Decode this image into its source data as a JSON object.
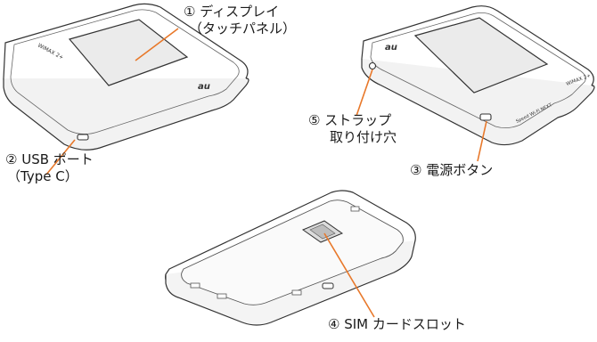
{
  "callouts": {
    "display": {
      "line1": "① ディスプレイ",
      "line2": "（タッチパネル）"
    },
    "usb_port": {
      "line1": "② USB ポート",
      "line2": "（Type C）"
    },
    "power_button": {
      "line1": "③ 電源ボタン"
    },
    "sim_slot": {
      "line1": "④ SIM カードスロット"
    },
    "strap_hole": {
      "line1": "⑤ ストラップ",
      "line2": "取り付け穴"
    }
  },
  "device_marks": {
    "front_brand": "WiMAX 2+",
    "front_logo": "au",
    "back_logo": "au",
    "back_brand": "WiMAX 2+",
    "back_model": "Speed Wi-Fi NEXT"
  },
  "colors": {
    "leader_line": "#e8782a",
    "outline": "#333333",
    "screen_fill": "#ebebeb"
  }
}
